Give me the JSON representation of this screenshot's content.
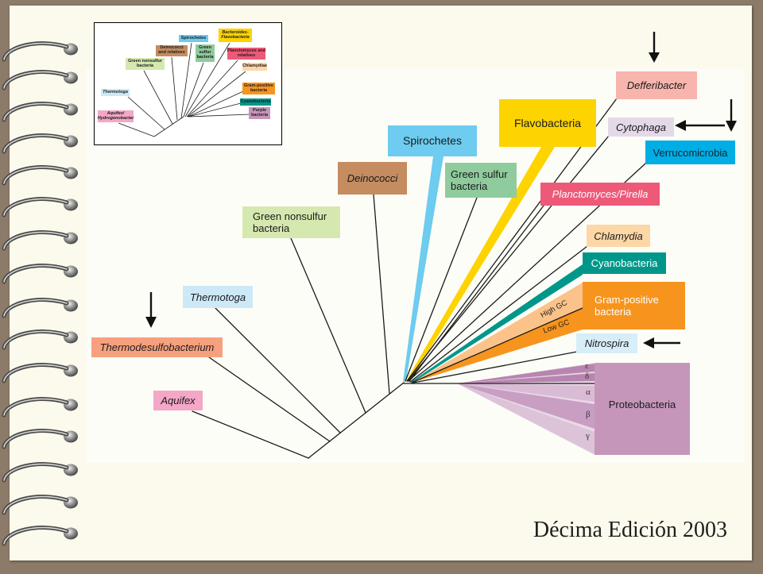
{
  "footer": {
    "text": "Décima Edición 2003"
  },
  "inset": {
    "spirochetes": "Spirochetes",
    "bacteroides": [
      "Bacteroides-",
      "Flavobacteria"
    ],
    "deinococci": [
      "Deinococci",
      "and relatives"
    ],
    "green_sulfur": [
      "Green",
      "sulfur",
      "bacteria"
    ],
    "planctomyces": [
      "Planctomyces and",
      "relatives"
    ],
    "green_nonsulfur": [
      "Green nonsulfur",
      "bacteria"
    ],
    "chlamydiae": "Chlamydiae",
    "thermotoga": "Thermotoga",
    "gram_positive": [
      "Gram-positive",
      "bacteria"
    ],
    "cyanobacteria": "Cyanobacteria",
    "aquifex": [
      "Aquifex/",
      "Hydrogenobacter"
    ],
    "purple": [
      "Purple",
      "bacteria"
    ]
  },
  "tree": {
    "defferibacter": "Defferibacter",
    "flavobacteria": "Flavobacteria",
    "cytophaga": "Cytophaga",
    "verrucomicrobia": "Verrucomicrobia",
    "spirochetes": "Spirochetes",
    "green_sulfur": [
      "Green sulfur",
      "bacteria"
    ],
    "deinococci": "Deinococci",
    "planctomyces": "Planctomyces/Pirella",
    "green_nonsulfur": [
      "Green nonsulfur",
      "bacteria"
    ],
    "chlamydia": "Chlamydia",
    "cyanobacteria": "Cyanobacteria",
    "gram_positive": [
      "Gram-positive",
      "bacteria"
    ],
    "high_gc": "High GC",
    "low_gc": "Low GC",
    "thermotoga": "Thermotoga",
    "thermodesulfobacterium": "Thermodesulfobacterium",
    "nitrospira": "Nitrospira",
    "aquifex": "Aquifex",
    "proteobacteria": "Proteobacteria",
    "proteobacteria_classes": [
      "ε",
      "δ",
      "α",
      "β",
      "γ"
    ]
  },
  "colors": {
    "defferibacter": "#f7b5ad",
    "flavobacteria": "#fdd300",
    "cytophaga": "#e4d9e9",
    "verrucomicrobia": "#00aee5",
    "spirochetes": "#6dccef",
    "green_sulfur": "#8fcb9d",
    "deinococci": "#c58c5f",
    "planctomyces": "#ee5978",
    "green_nonsulfur": "#d5e8af",
    "chlamydia": "#fdd7a6",
    "cyanobacteria": "#00978a",
    "gram_positive_high_gc": "#fbc38a",
    "gram_positive_low_gc": "#f7941d",
    "thermotoga": "#cde9f7",
    "thermodesulfobacterium": "#f7a07e",
    "nitrospira": "#d7eef8",
    "aquifex": "#f4a7c7",
    "proteobacteria": "#c696ba"
  }
}
